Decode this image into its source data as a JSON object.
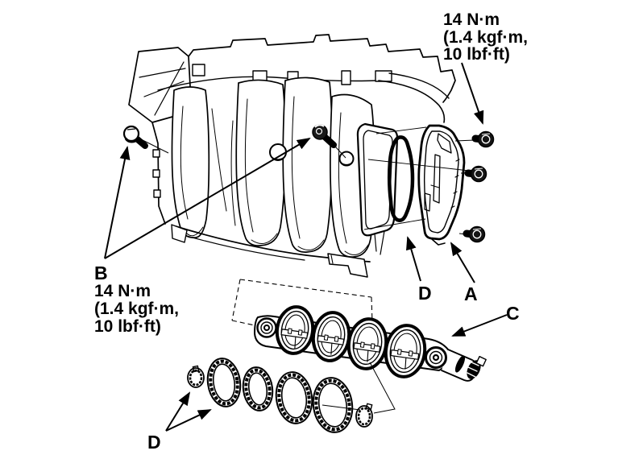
{
  "figure": {
    "background": "#ffffff",
    "ink": "#000000"
  },
  "callouts": {
    "torque_right": {
      "l1": "14 N·m",
      "l2": "(1.4 kgf·m,",
      "l3": "10 lbf·ft)"
    },
    "b": {
      "letter": "B",
      "l1": "14 N·m",
      "l2": "(1.4 kgf·m,",
      "l3": "10 lbf·ft)"
    },
    "d_mid": {
      "letter": "D"
    },
    "a": {
      "letter": "A"
    },
    "c": {
      "letter": "C"
    },
    "d_bottom": {
      "letter": "D"
    }
  }
}
